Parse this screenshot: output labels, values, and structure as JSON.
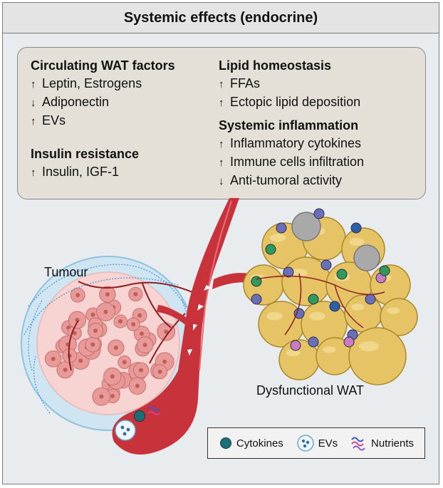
{
  "title": "Systemic effects (endocrine)",
  "groups": {
    "circulating": {
      "title": "Circulating WAT factors",
      "items": [
        {
          "arrow": "up",
          "text": "Leptin, Estrogens"
        },
        {
          "arrow": "down",
          "text": "Adiponectin"
        },
        {
          "arrow": "up",
          "text": "EVs"
        }
      ]
    },
    "insulin": {
      "title": "Insulin resistance",
      "items": [
        {
          "arrow": "up",
          "text": "Insulin, IGF-1"
        }
      ]
    },
    "lipid": {
      "title": "Lipid homeostasis",
      "items": [
        {
          "arrow": "up",
          "text": "FFAs"
        },
        {
          "arrow": "up",
          "text": "Ectopic lipid deposition"
        }
      ]
    },
    "inflammation": {
      "title": "Systemic inflammation",
      "items": [
        {
          "arrow": "up",
          "text": "Inflammatory cytokines"
        },
        {
          "arrow": "up",
          "text": "Immune cells infiltration"
        },
        {
          "arrow": "down",
          "text": "Anti-tumoral activity"
        }
      ]
    }
  },
  "labels": {
    "tumour": "Tumour",
    "wat": "Dysfunctional WAT"
  },
  "legend": {
    "cytokines": "Cytokines",
    "evs": "EVs",
    "nutrients": "Nutrients"
  },
  "colors": {
    "vessel": "#c8333b",
    "vessel_dark": "#8e1d24",
    "adipocyte": "#e6c466",
    "cytokine": "#1b6f78",
    "tumour_cell": "#e79a98",
    "capillary": "#4a8fd0"
  }
}
